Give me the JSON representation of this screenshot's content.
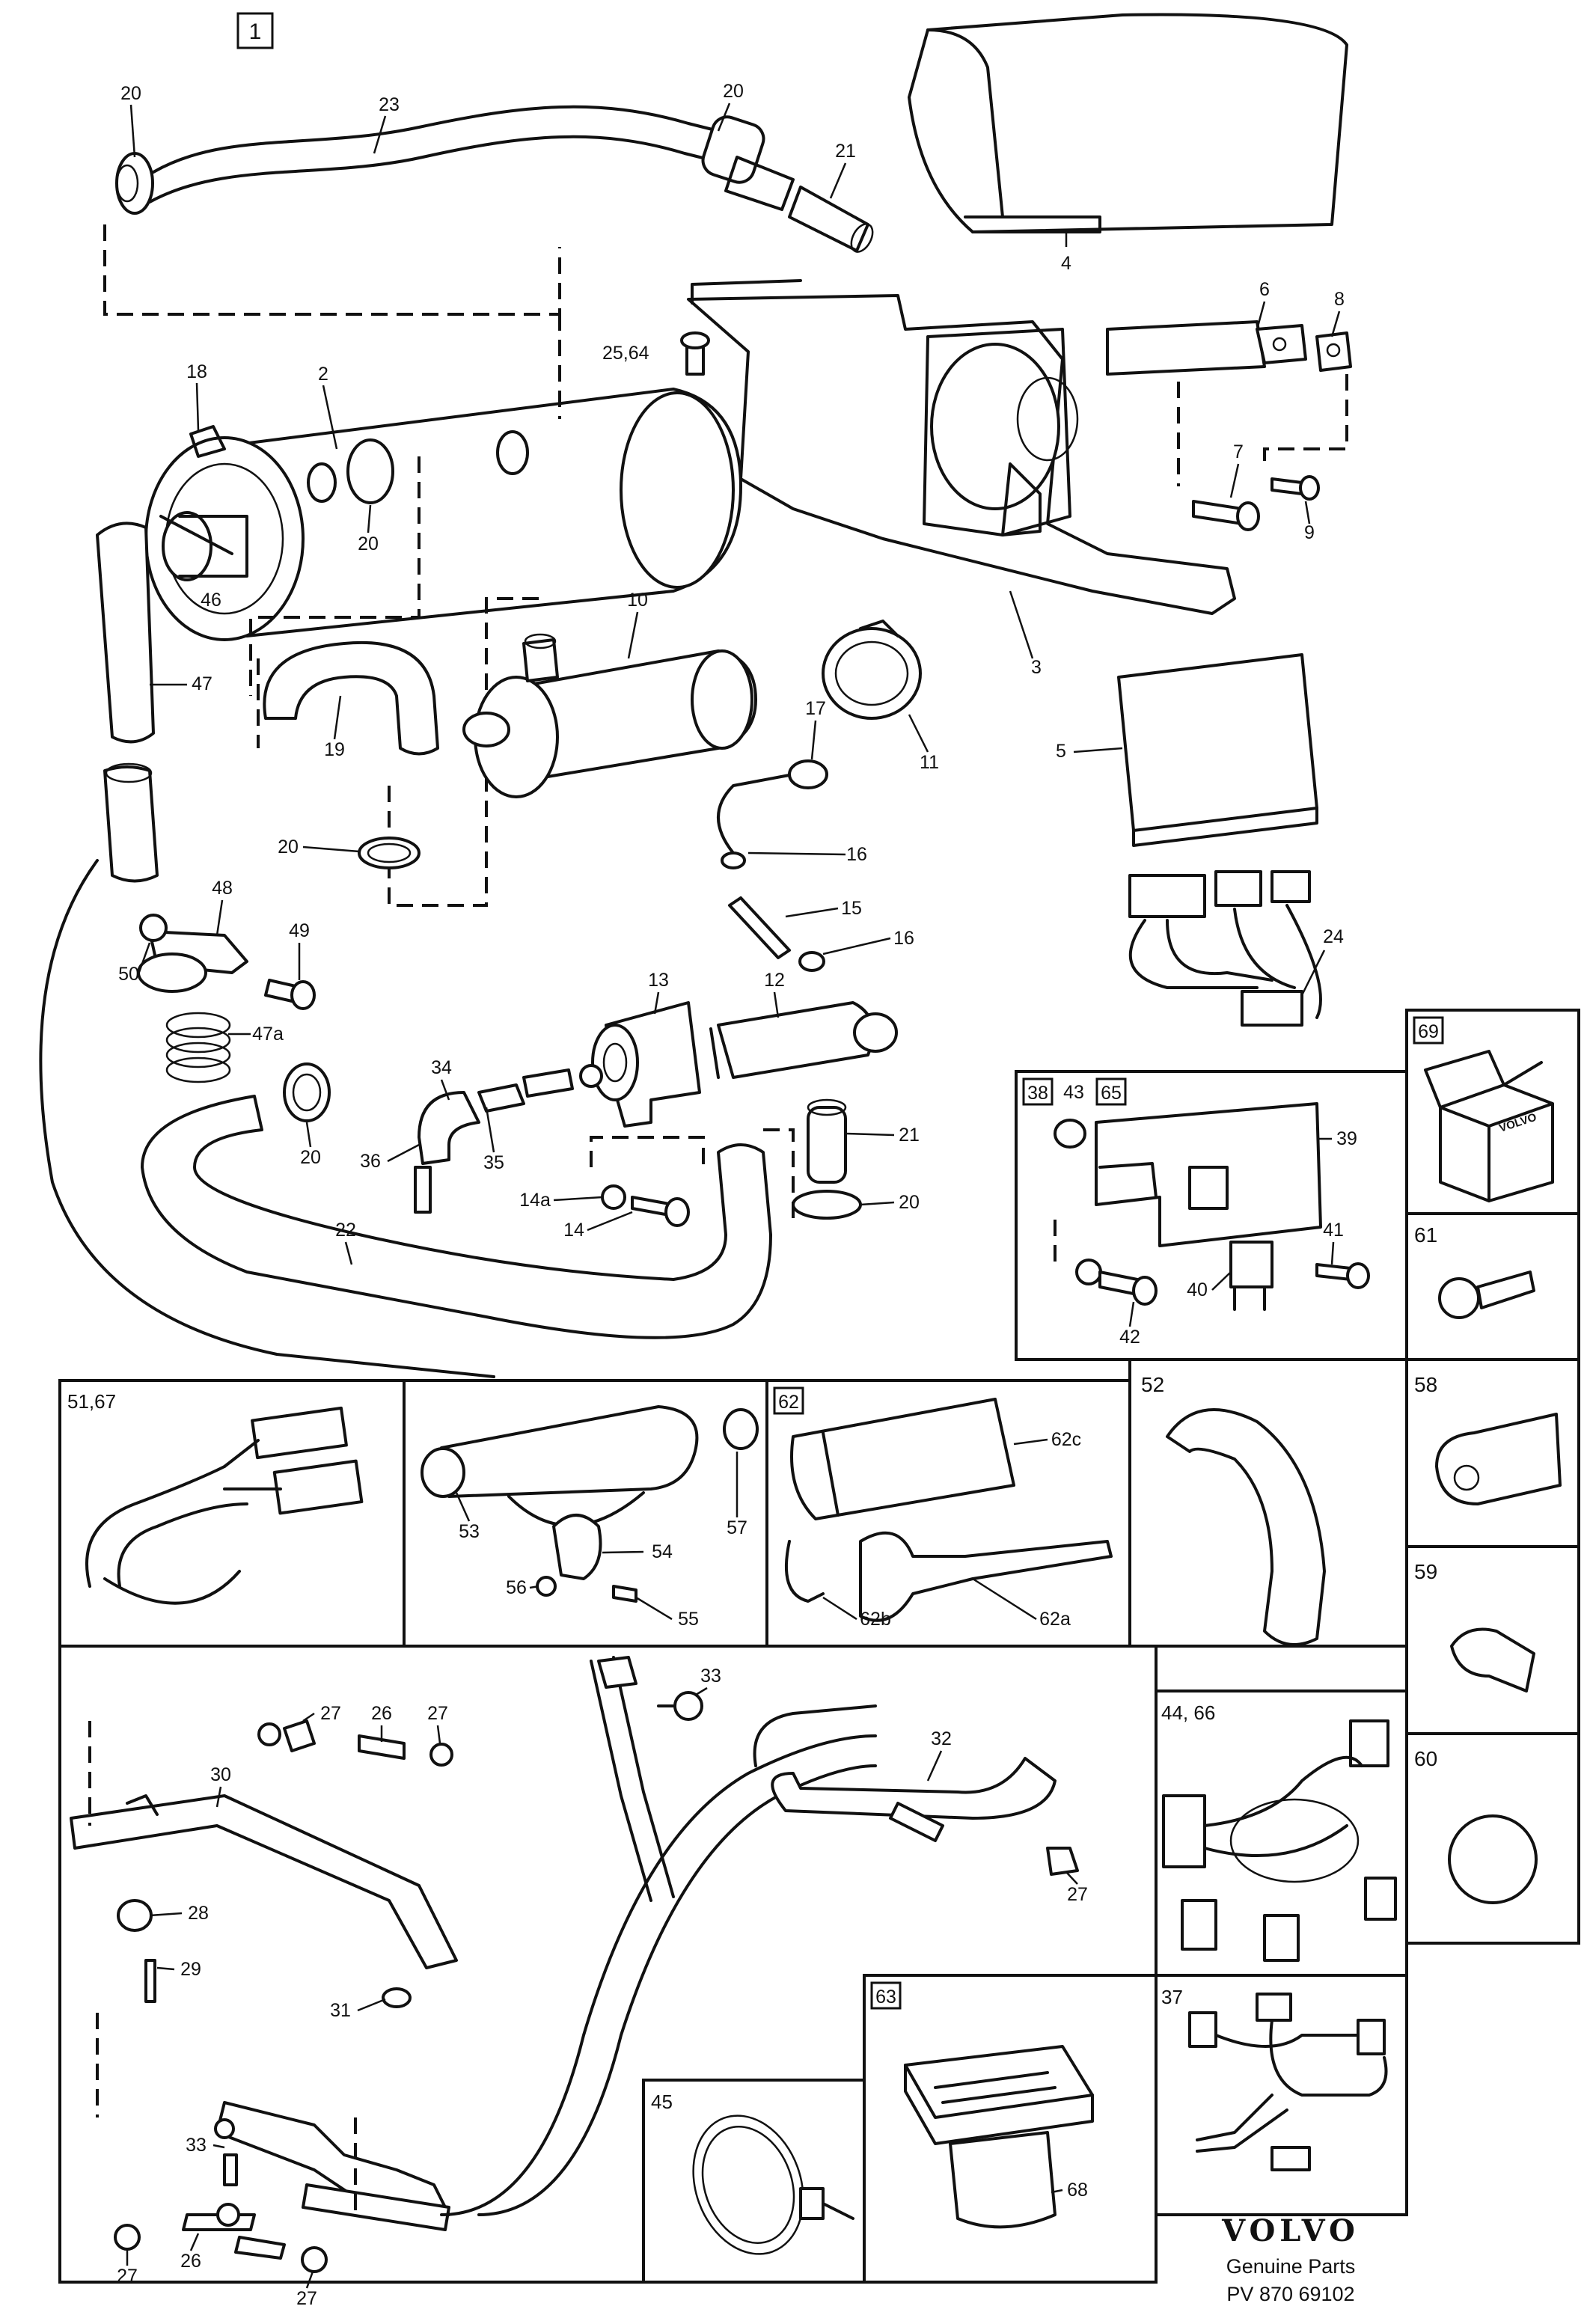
{
  "sheet_number": "1",
  "callouts": {
    "c1": "20",
    "c2": "23",
    "c3": "20",
    "c4": "21",
    "c5": "4",
    "c6": "25,64",
    "c7": "6",
    "c8": "8",
    "c9": "7",
    "c10": "9",
    "c11": "18",
    "c12": "2",
    "c13": "20",
    "c14": "46",
    "c15": "47",
    "c16": "10",
    "c17": "3",
    "c18": "19",
    "c19": "11",
    "c20": "17",
    "c21": "5",
    "c22": "20",
    "c23": "16",
    "c24": "15",
    "c25": "16",
    "c26": "24",
    "c27": "48",
    "c28": "49",
    "c29": "50",
    "c30": "47a",
    "c31": "13",
    "c32": "12",
    "c33": "34",
    "c34": "20",
    "c35": "36",
    "c36": "35",
    "c37": "14a",
    "c38": "14",
    "c39": "21",
    "c40": "20",
    "c41": "22",
    "c42": "43",
    "c43": "39",
    "c44": "41",
    "c45": "40",
    "c46": "42",
    "c47": "53",
    "c48": "57",
    "c49": "54",
    "c50": "56",
    "c51": "55",
    "c52": "62c",
    "c53": "62b",
    "c54": "62a",
    "c55": "27",
    "c56": "26",
    "c57": "27",
    "c58": "33",
    "c59": "32",
    "c60": "30",
    "c61": "28",
    "c62": "29",
    "c63": "31",
    "c64": "27",
    "c65": "33",
    "c66": "27",
    "c67": "26",
    "c68": "27",
    "c69": "68"
  },
  "panels": {
    "p69": "69",
    "p61": "61",
    "p38": "38",
    "p65": "65",
    "p5167": "51,67",
    "p62": "62",
    "p52": "52",
    "p58": "58",
    "p59": "59",
    "p4466": "44, 66",
    "p60": "60",
    "p63": "63",
    "p37": "37",
    "p45": "45"
  },
  "box_print": "VOLVO",
  "footer": {
    "brand": "VOLVO",
    "line1": "Genuine Parts",
    "line2": "PV  870 69102"
  }
}
